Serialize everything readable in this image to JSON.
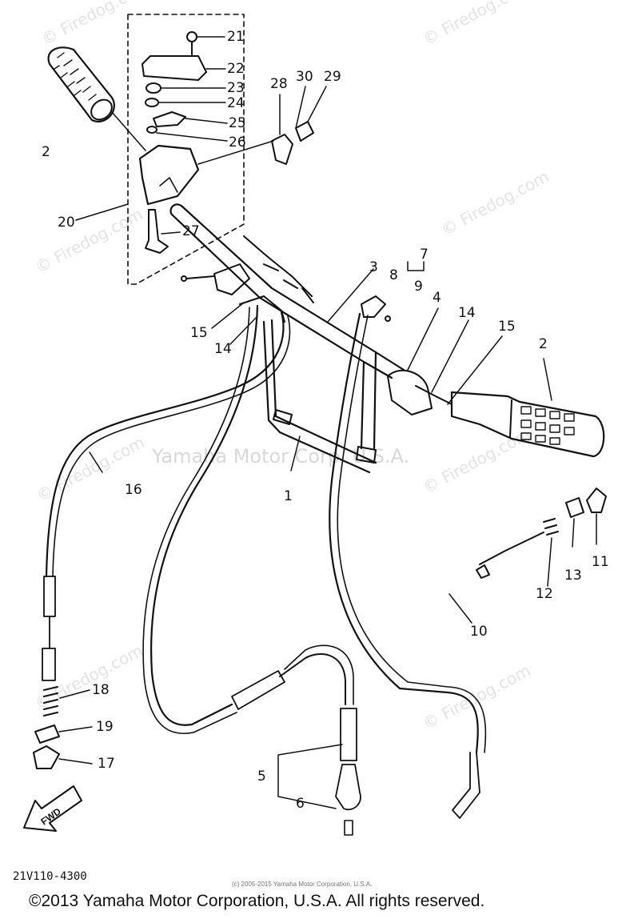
{
  "watermarks": {
    "corner": "© Firedog.com",
    "center": "Yamaha Motor Corp. U.S.A."
  },
  "labels": {
    "l1": "1",
    "l2a": "2",
    "l2b": "2",
    "l3": "3",
    "l4": "4",
    "l5": "5",
    "l6": "6",
    "l7": "7",
    "l8": "8",
    "l9": "9",
    "l10": "10",
    "l11": "11",
    "l12": "12",
    "l13": "13",
    "l14a": "14",
    "l14b": "14",
    "l15a": "15",
    "l15b": "15",
    "l16": "16",
    "l17": "17",
    "l18": "18",
    "l19": "19",
    "l20": "20",
    "l21": "21",
    "l22": "22",
    "l23": "23",
    "l24": "24",
    "l25": "25",
    "l26": "26",
    "l27": "27",
    "l28": "28",
    "l29": "29",
    "l30": "30"
  },
  "fwd": "FWD",
  "diagram_code": "21V110-4300",
  "small_copyright": "(c) 2005-2015 Yamaha Motor Corporation, U.S.A.",
  "copyright": "©2013 Yamaha Motor Corporation, U.S.A. All rights reserved.",
  "colors": {
    "line": "#111111",
    "watermark": "#e0e0e0"
  }
}
